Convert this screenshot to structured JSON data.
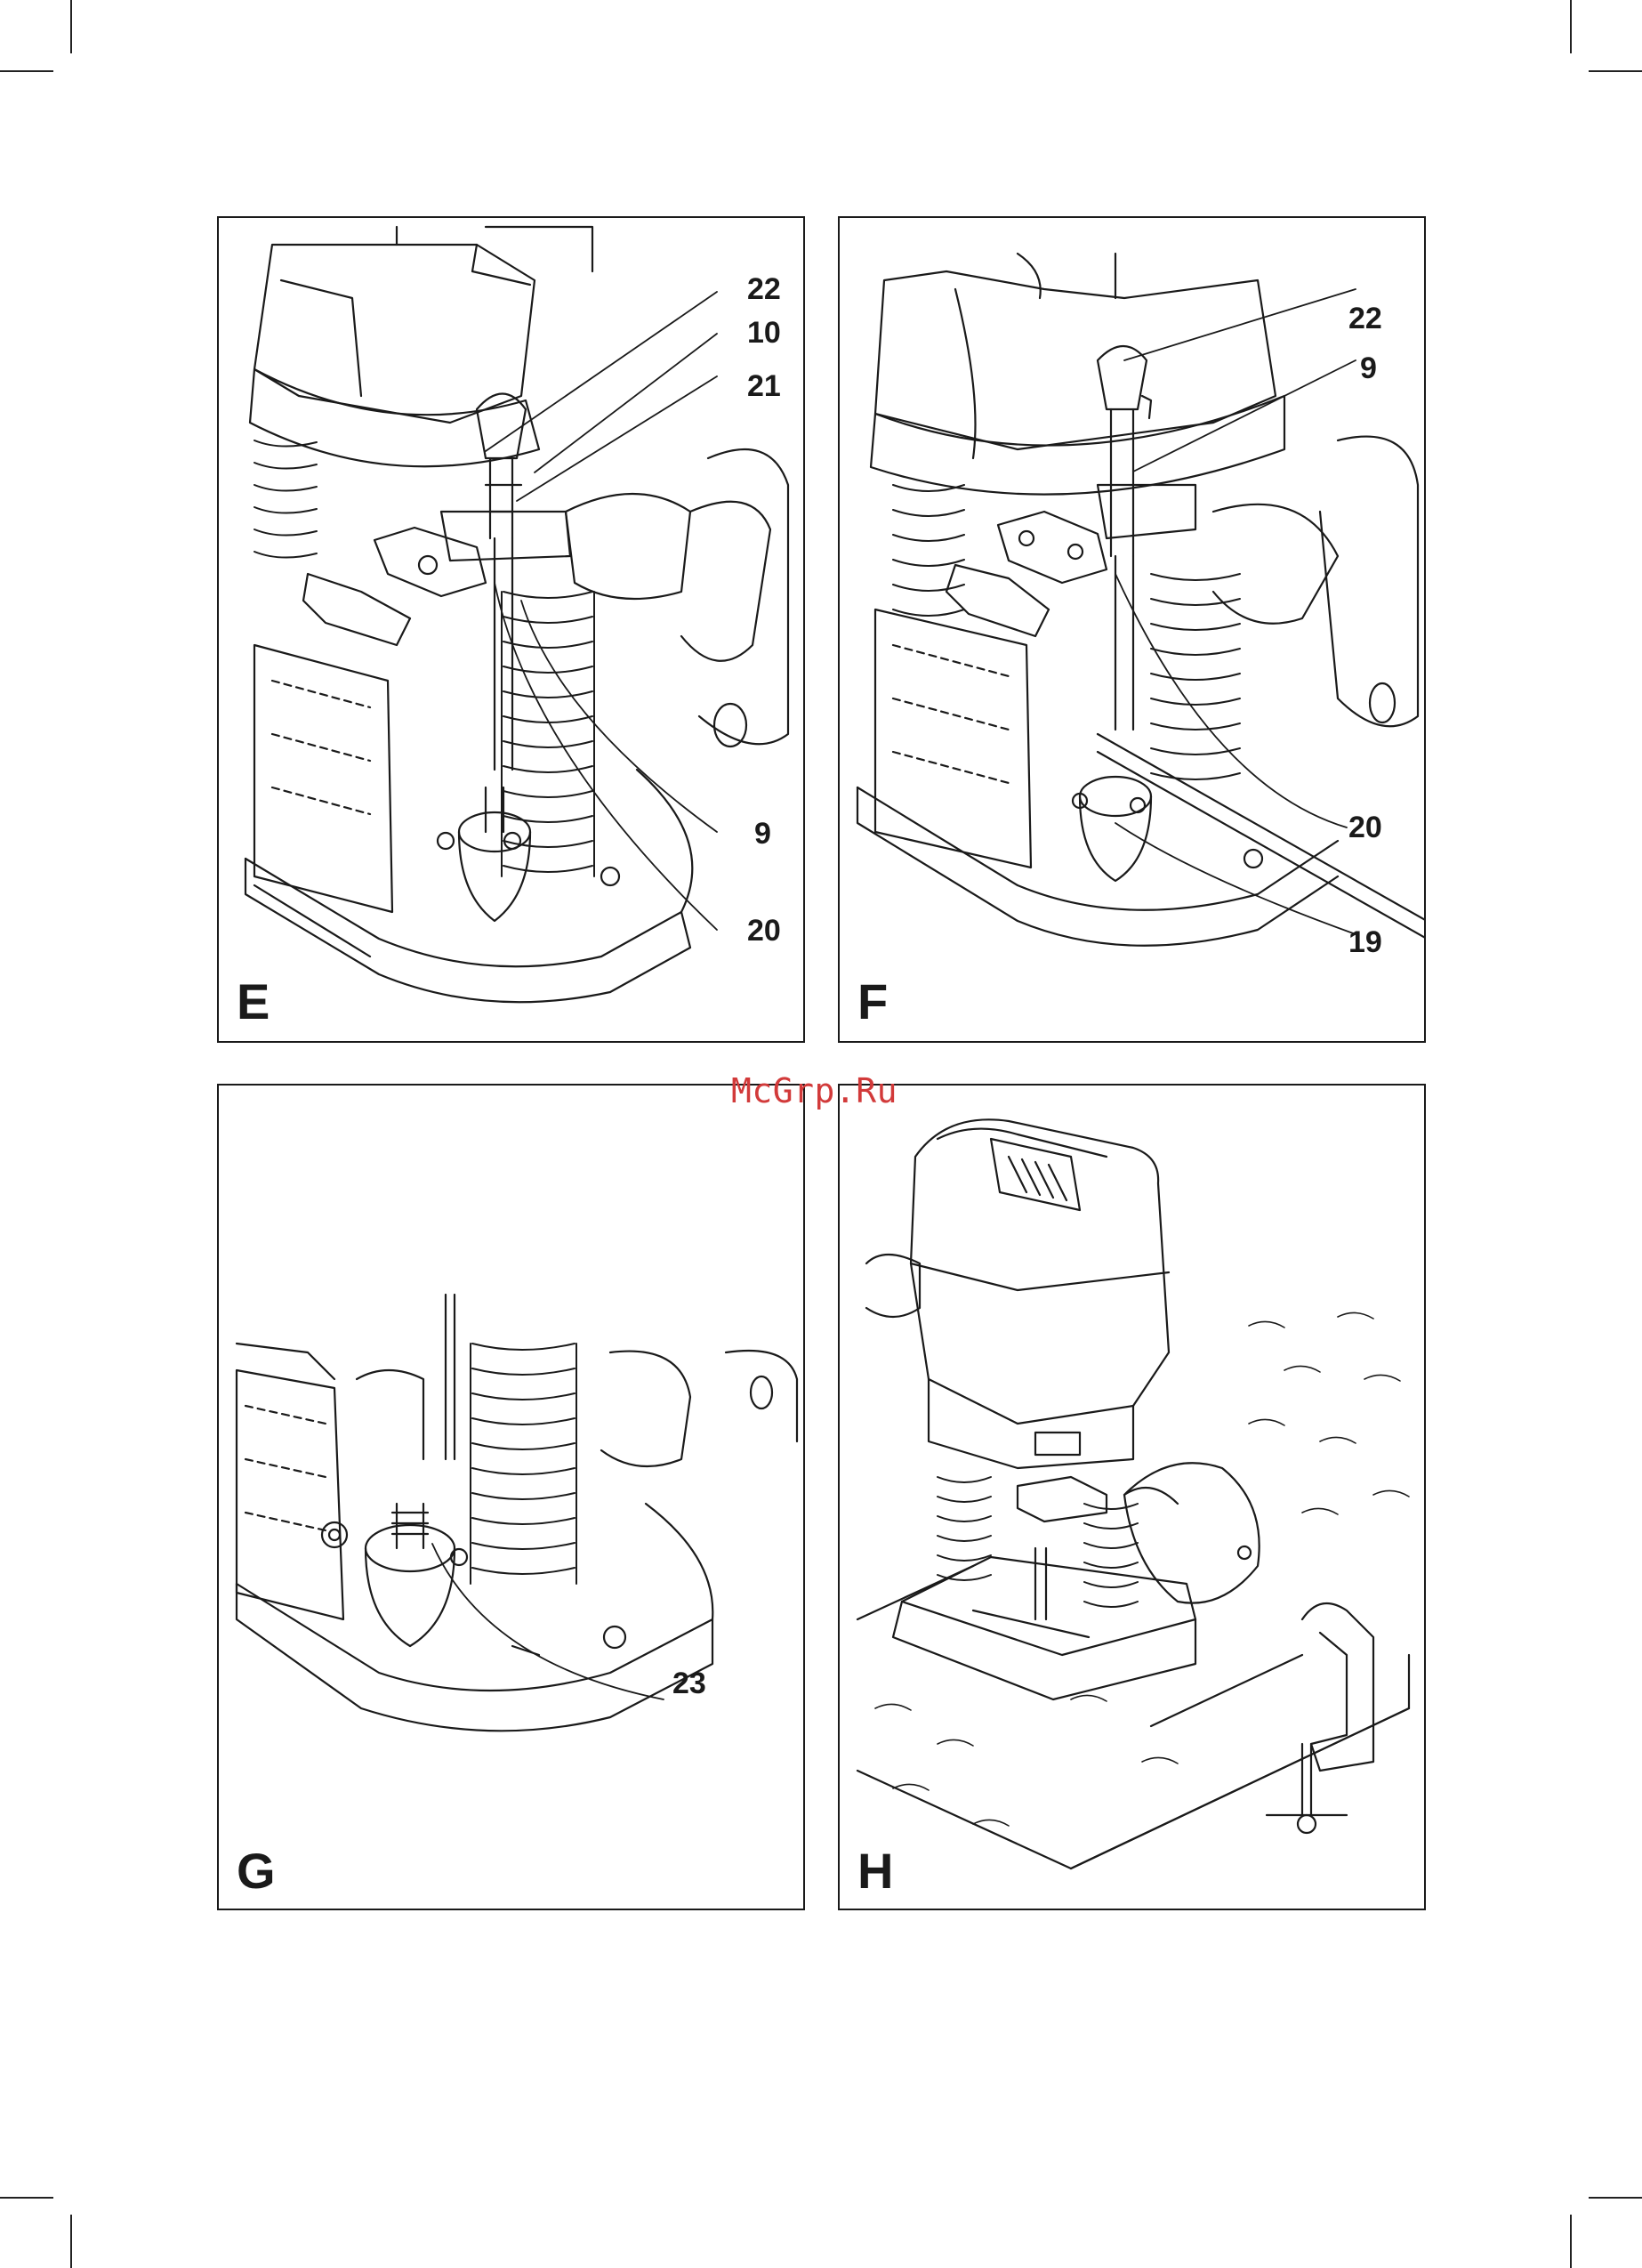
{
  "watermark": "McGrp.Ru",
  "colors": {
    "line": "#1a1a1a",
    "watermark": "#d23a3a",
    "paper": "#ffffff"
  },
  "panels": [
    {
      "id": "E",
      "letter": "E",
      "callouts": [
        "22",
        "10",
        "21",
        "9",
        "20"
      ]
    },
    {
      "id": "F",
      "letter": "F",
      "callouts": [
        "22",
        "9",
        "20",
        "19"
      ]
    },
    {
      "id": "G",
      "letter": "G",
      "callouts": [
        "23"
      ]
    },
    {
      "id": "H",
      "letter": "H",
      "callouts": []
    }
  ]
}
